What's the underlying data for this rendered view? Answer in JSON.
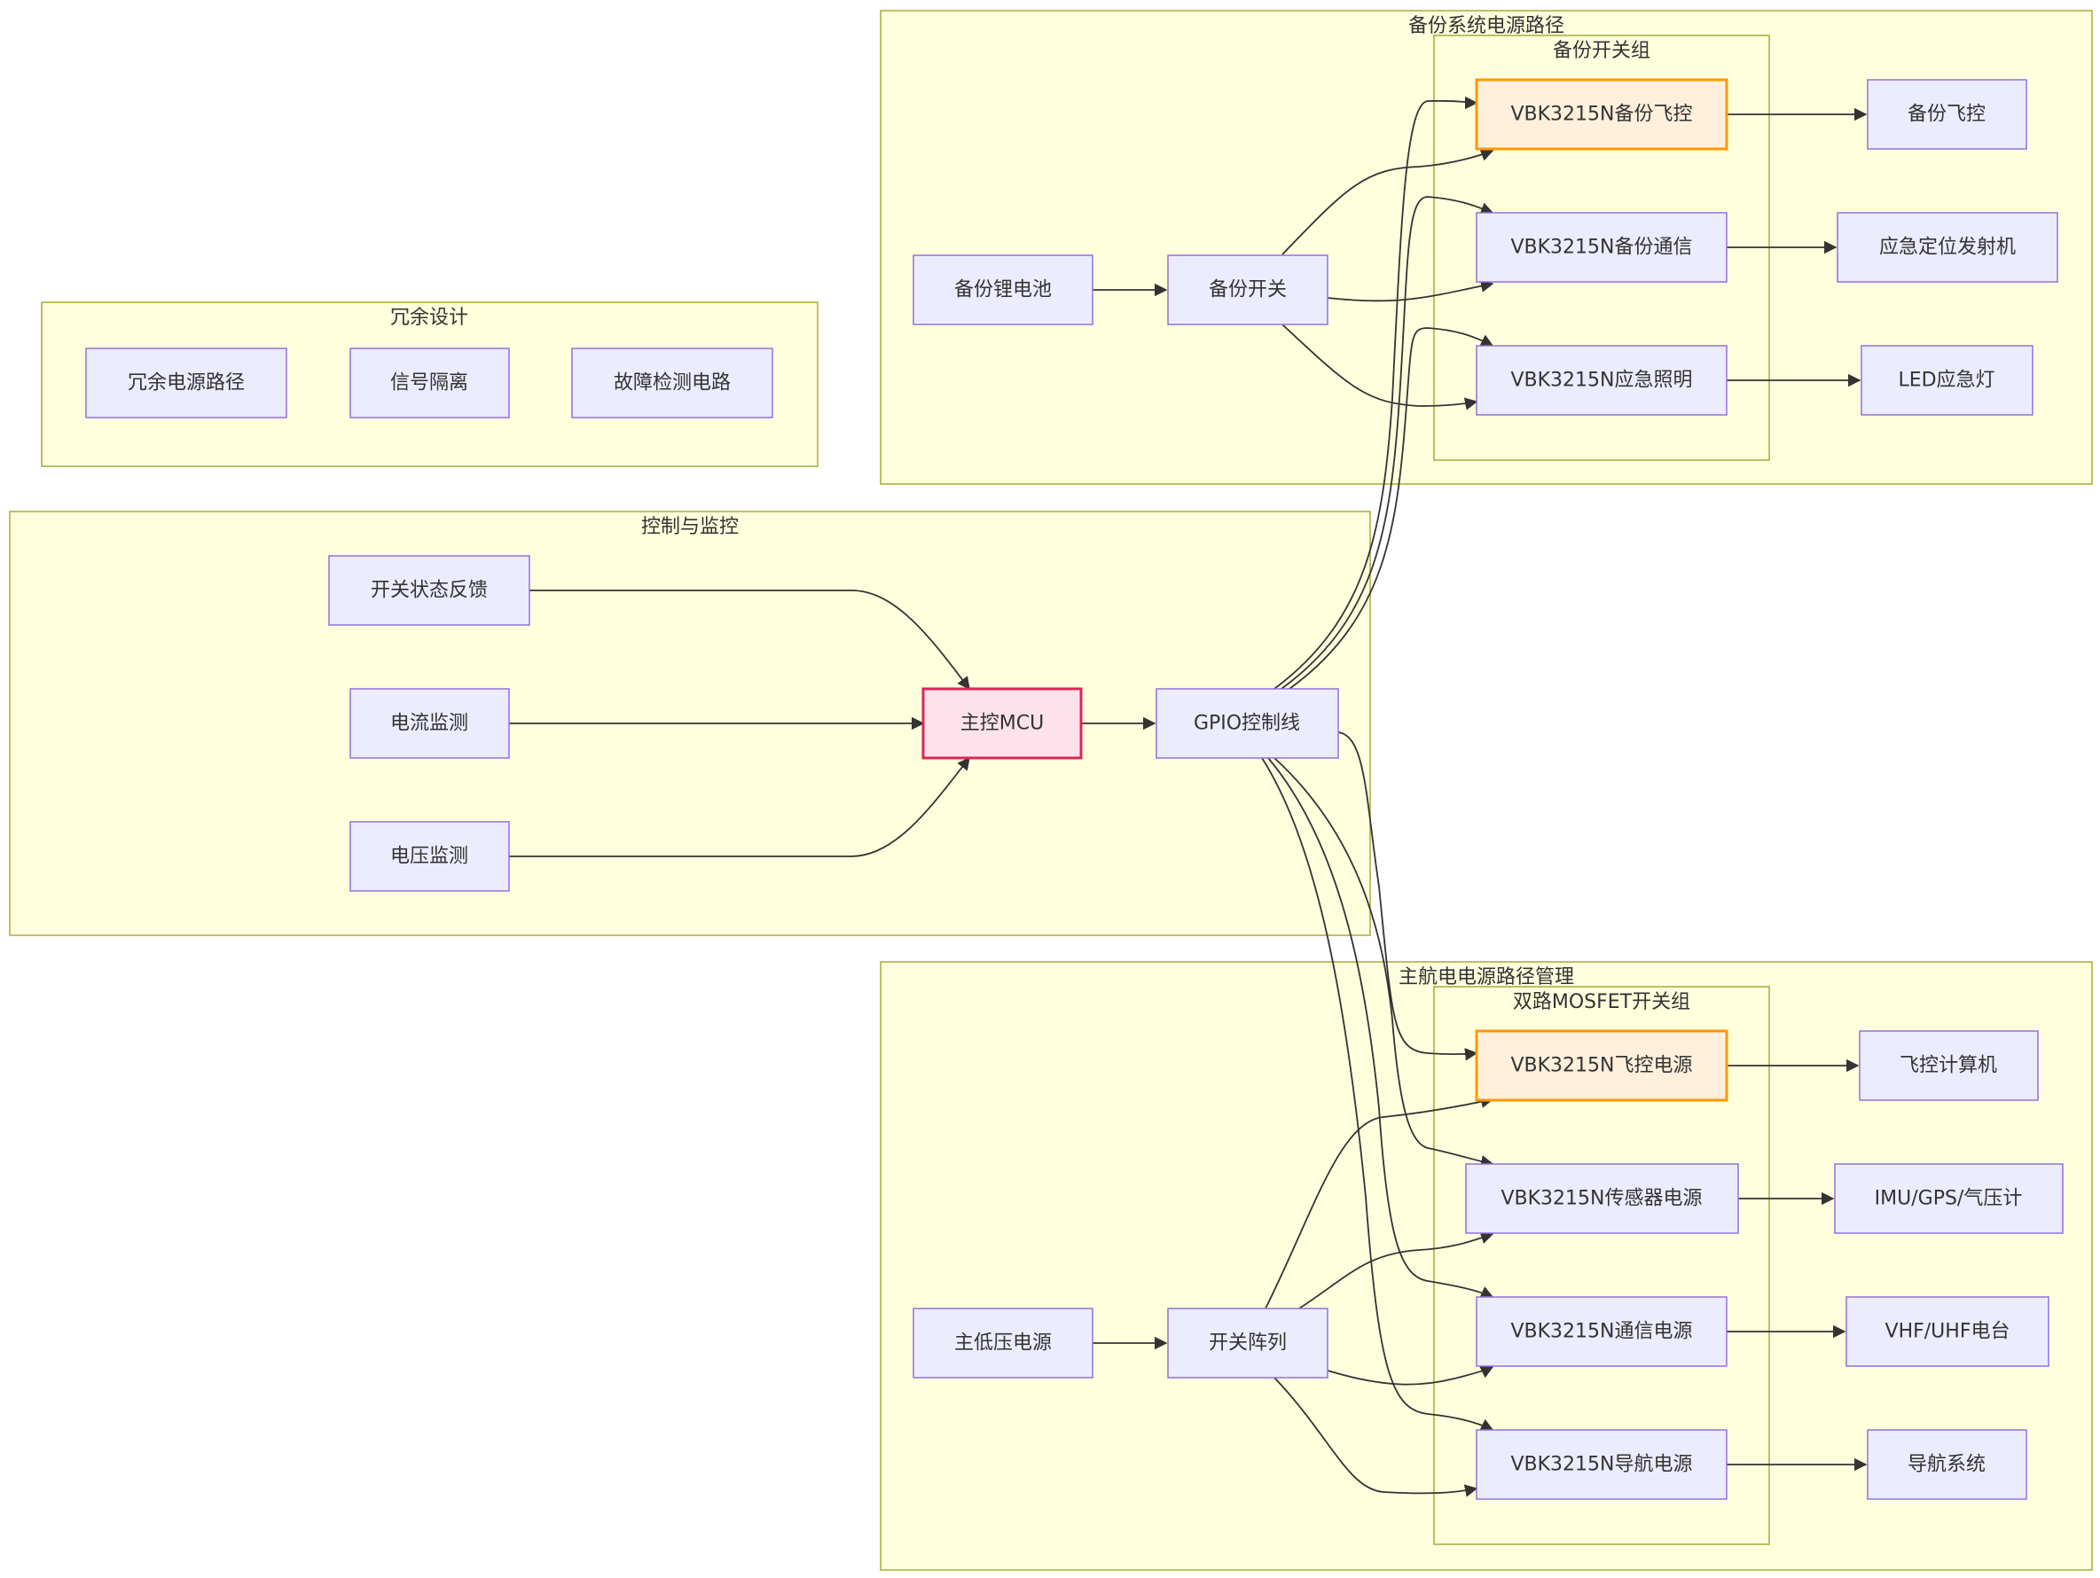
{
  "clusters": {
    "backup": "备份系统电源路径",
    "backup_switch_group": "备份开关组",
    "redundancy": "冗余设计",
    "control": "控制与监控",
    "main": "主航电电源路径管理",
    "main_switch_group": "双路MOSFET开关组"
  },
  "nodes": {
    "backup_battery": "备份锂电池",
    "backup_switch": "备份开关",
    "vbk_backup_fc": "VBK3215N备份飞控",
    "vbk_backup_comm": "VBK3215N备份通信",
    "vbk_emerg_light": "VBK3215N应急照明",
    "backup_fc": "备份飞控",
    "emerg_locator": "应急定位发射机",
    "led_emerg": "LED应急灯",
    "redundant_power": "冗余电源路径",
    "signal_isolation": "信号隔离",
    "fault_detect": "故障检测电路",
    "switch_feedback": "开关状态反馈",
    "current_mon": "电流监测",
    "voltage_mon": "电压监测",
    "main_mcu": "主控MCU",
    "gpio": "GPIO控制线",
    "main_lv": "主低压电源",
    "switch_array": "开关阵列",
    "vbk_fc_power": "VBK3215N飞控电源",
    "vbk_sensor_power": "VBK3215N传感器电源",
    "vbk_comm_power": "VBK3215N通信电源",
    "vbk_nav_power": "VBK3215N导航电源",
    "fc_computer": "飞控计算机",
    "imu_gps": "IMU/GPS/气压计",
    "vhf_uhf": "VHF/UHF电台",
    "nav_system": "导航系统"
  },
  "colors": {
    "cluster_fill": "#ffffde",
    "cluster_stroke": "#aaaa33",
    "node_fill": "#ececff",
    "node_stroke": "#9370db",
    "highlight_orange_stroke": "#ff9800",
    "highlight_orange_fill": "#fff0dc",
    "highlight_red_stroke": "#dc2654",
    "highlight_red_fill": "#fde2ec",
    "edge": "#333333"
  }
}
